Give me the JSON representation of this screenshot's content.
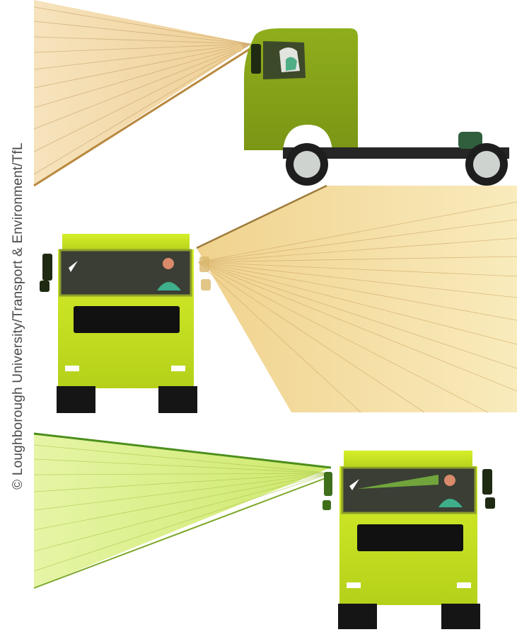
{
  "credit": "© Loughborough University/Transport & Environment/TfL",
  "colors": {
    "cab_green": "#7f9a1a",
    "cab_lime": "#c3de1e",
    "chassis": "#262626",
    "wheel": "#cfd3d0",
    "field_of_view_amber": "#f2d9a2",
    "field_of_view_yellow": "#f6e3a6",
    "field_of_view_green": "#d9ef7a"
  },
  "panels": [
    {
      "name": "side-view",
      "description_icon": "truck-side-icon"
    },
    {
      "name": "front-view-passenger-side",
      "description_icon": "truck-front-icon"
    },
    {
      "name": "front-view-driver-side",
      "description_icon": "truck-front-icon"
    }
  ]
}
